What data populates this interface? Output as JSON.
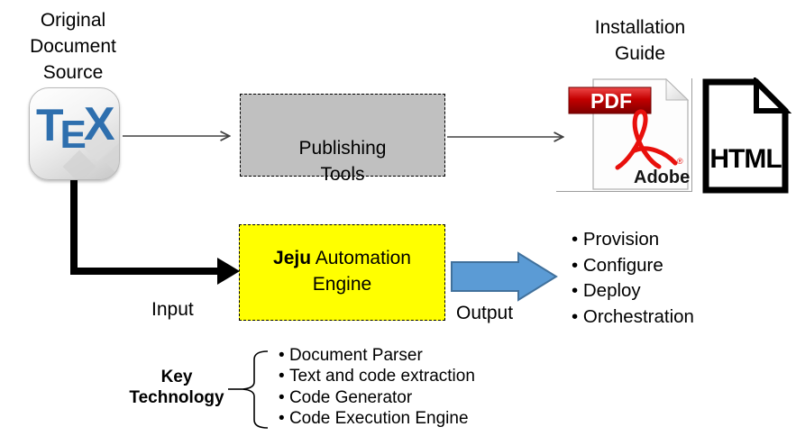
{
  "colors": {
    "publishing_fill": "#c0c0c0",
    "engine_fill": "#ffff00",
    "output_arrow_fill": "#5b9bd5",
    "output_arrow_border": "#41719c",
    "tex_letter_blue": "#2e6fae",
    "pdf_red": "#c40000",
    "adobe_logo_red": "#e8100c"
  },
  "labels": {
    "source": "Original\nDocument\nSource",
    "installation": "Installation\nGuide",
    "input": "Input",
    "output": "Output"
  },
  "publishing_box": {
    "label": "Publishing\nTools"
  },
  "engine_box": {
    "label_bold": "Jeju",
    "label_rest": " Automation Engine"
  },
  "tex_icon": {
    "letters": [
      "T",
      "E",
      "X"
    ]
  },
  "pdf_icon": {
    "banner": "PDF",
    "brand": "Adobe",
    "registered": "®"
  },
  "html_icon": {
    "label": "HTML"
  },
  "output_list": {
    "items": [
      "Provision",
      "Configure",
      "Deploy",
      "Orchestration"
    ]
  },
  "key_technology": {
    "label": "Key\nTechnology",
    "items": [
      "Document Parser",
      "Text and code extraction",
      "Code Generator",
      "Code Execution Engine"
    ]
  }
}
